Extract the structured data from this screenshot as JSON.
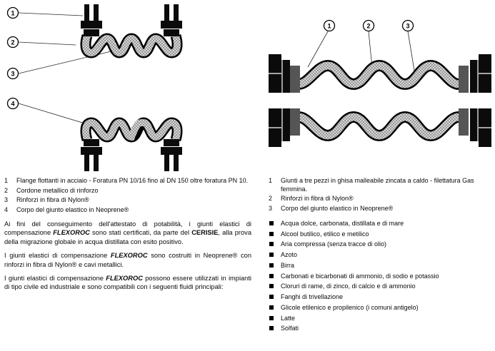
{
  "left": {
    "diagram": {
      "callouts": [
        "1",
        "2",
        "3",
        "4"
      ]
    },
    "parts": [
      {
        "num": "1",
        "text": "Flange flottanti in acciaio - Foratura PN 10/16 fino al DN 150 oltre foratura PN 10."
      },
      {
        "num": "2",
        "text": "Cordone metallico di rinforzo"
      },
      {
        "num": "3",
        "text": "Rinforzi in fibra di Nylon®"
      },
      {
        "num": "4",
        "text": "Corpo del giunto elastico in Neoprene®"
      }
    ],
    "paragraphs": {
      "p1": [
        "Ai fini del conseguimento dell'attestato di potabilità, i giunti elastici di compensazione ",
        "FLEXOROC",
        " sono stati certificati, da parte del ",
        "CERISIE",
        ", alla prova della migrazione globale in acqua distillata con esito positivo."
      ],
      "p2": [
        "I giunti elastici di compensazione ",
        "FLEXOROC",
        " sono costruiti in Neoprene® con rinforzi in fibra di Nylon® e cavi metallici."
      ],
      "p3": [
        "I giunti elastici di compensazione ",
        "FLEXOROC",
        " possono essere utilizzati in impianti di tipo civile ed industriale e sono compatibili con i seguenti fluidi principali:"
      ]
    }
  },
  "right": {
    "diagram": {
      "callouts": [
        "1",
        "2",
        "3"
      ]
    },
    "parts": [
      {
        "num": "1",
        "text": "Giunti a tre pezzi in ghisa malleabile zincata a caldo - filettatura Gas femmina."
      },
      {
        "num": "2",
        "text": "Rinforzi in fibra di Nylon®"
      },
      {
        "num": "3",
        "text": "Corpo del giunto elastico in Neoprene®"
      }
    ],
    "fluids": [
      "Acqua dolce, carbonata, distillata e di mare",
      "Alcool butilico, etilico e metilico",
      "Aria compressa (senza tracce di olio)",
      "Azoto",
      "Birra",
      "Carbonati e bicarbonati di ammonio, di sodio e potassio",
      "Cloruri di rame, di zinco, di calcio e di ammonio",
      "Fanghi di trivellazione",
      "Glicole etilenico e propilenico (i comuni antigelo)",
      "Latte",
      "Solfati"
    ]
  }
}
